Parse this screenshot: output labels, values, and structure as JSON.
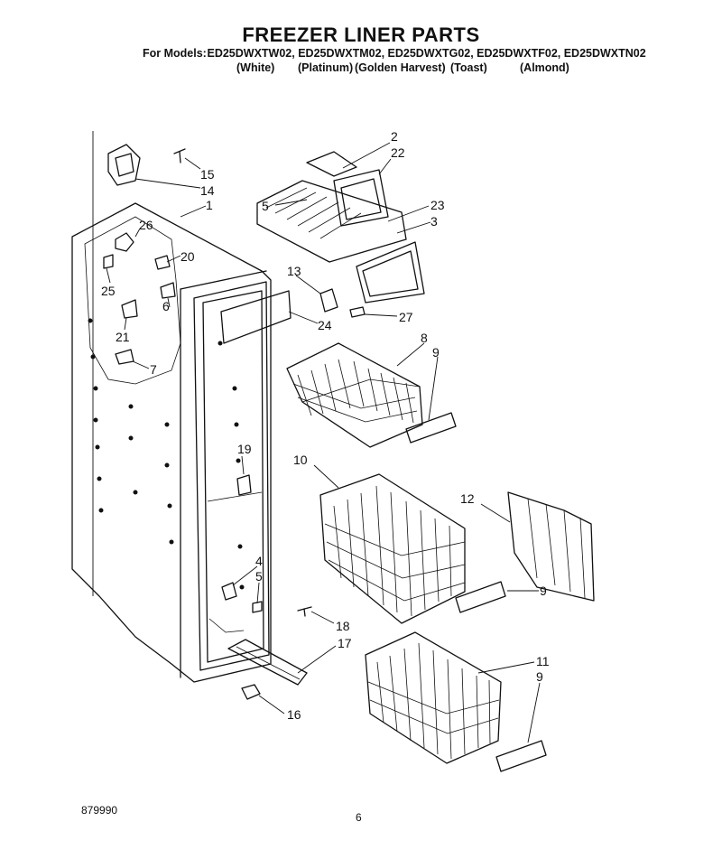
{
  "header": {
    "title": "FREEZER LINER PARTS",
    "models_label": "For Models:",
    "models": "ED25DWXTW02, ED25DWXTM02, ED25DWXTG02, ED25DWXTF02, ED25DWXTN02",
    "colors": [
      "(White)",
      "(Platinum)",
      "(Golden Harvest)",
      "(Toast)",
      "(Almond)"
    ]
  },
  "callouts": [
    "2",
    "22",
    "15",
    "14",
    "1",
    "5",
    "23",
    "3",
    "26",
    "20",
    "25",
    "13",
    "27",
    "6",
    "24",
    "21",
    "8",
    "7",
    "9",
    "19",
    "10",
    "12",
    "9",
    "4",
    "5",
    "18",
    "17",
    "11",
    "9",
    "16"
  ],
  "footer": {
    "code": "879990",
    "page": "6"
  }
}
